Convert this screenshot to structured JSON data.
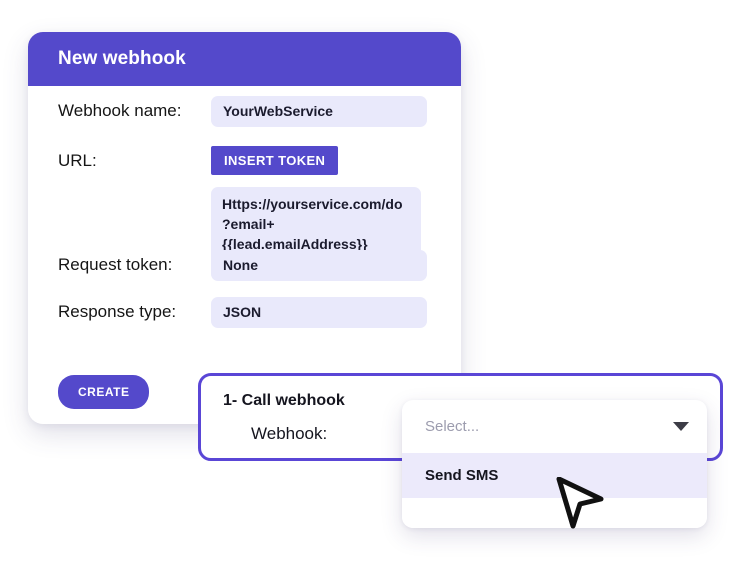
{
  "theme": {
    "accent": "#5449CB",
    "accent_border": "#5A46D6",
    "field_bg": "#E9E9FB",
    "option_highlight": "#ECEAFB",
    "text": "#15151F",
    "placeholder_text": "#9C9CAE"
  },
  "webhook_dialog": {
    "title": "New webhook",
    "fields": [
      {
        "label": "Webhook name:",
        "value": "YourWebService"
      },
      {
        "label": "URL:",
        "value": "Https://yourservice.com/do?email+{{lead.emailAddress}}"
      },
      {
        "label": "Request token:",
        "value": "None"
      },
      {
        "label": "Response type:",
        "value": "JSON"
      }
    ],
    "insert_token_label": "INSERT TOKEN",
    "create_label": "CREATE"
  },
  "call_webhook_card": {
    "title": "1- Call webhook",
    "field_label": "Webhook:"
  },
  "webhook_select": {
    "placeholder": "Select...",
    "chevron_icon": "chevron-down-icon",
    "options": [
      {
        "label": "Send SMS",
        "highlighted": true
      }
    ]
  },
  "cursor": {
    "icon": "cursor-pointer-icon"
  }
}
